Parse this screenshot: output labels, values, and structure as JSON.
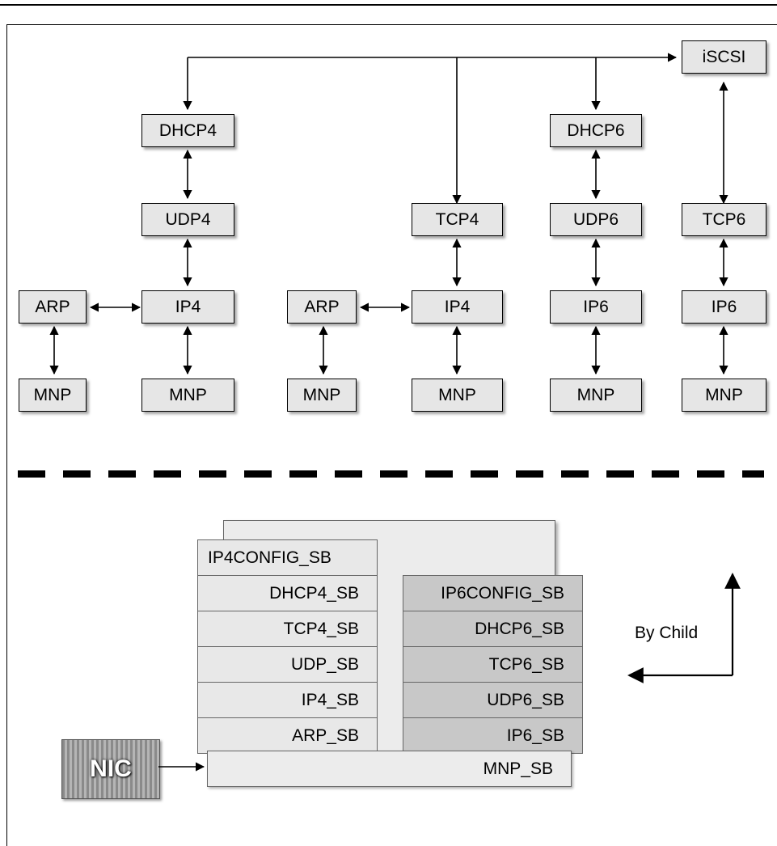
{
  "top_stack": {
    "iscsi": "iSCSI",
    "dhcp4": "DHCP4",
    "udp4": "UDP4",
    "arp_1": "ARP",
    "ip4_1": "IP4",
    "mnp_1": "MNP",
    "mnp_2": "MNP",
    "arp_2": "ARP",
    "mnp_3": "MNP",
    "tcp4": "TCP4",
    "ip4_2": "IP4",
    "mnp_4": "MNP",
    "dhcp6": "DHCP6",
    "udp6": "UDP6",
    "ip6_1": "IP6",
    "mnp_5": "MNP",
    "tcp6": "TCP6",
    "ip6_2": "IP6",
    "mnp_6": "MNP"
  },
  "service_bindings": {
    "ipv4": [
      "IP4CONFIG_SB",
      "DHCP4_SB",
      "TCP4_SB",
      "UDP_SB",
      "IP4_SB",
      "ARP_SB"
    ],
    "ipv6": [
      "IP6CONFIG_SB",
      "DHCP6_SB",
      "TCP6_SB",
      "UDP6_SB",
      "IP6_SB"
    ],
    "mnp": "MNP_SB"
  },
  "nic_label": "NIC",
  "by_child_label": "By Child"
}
